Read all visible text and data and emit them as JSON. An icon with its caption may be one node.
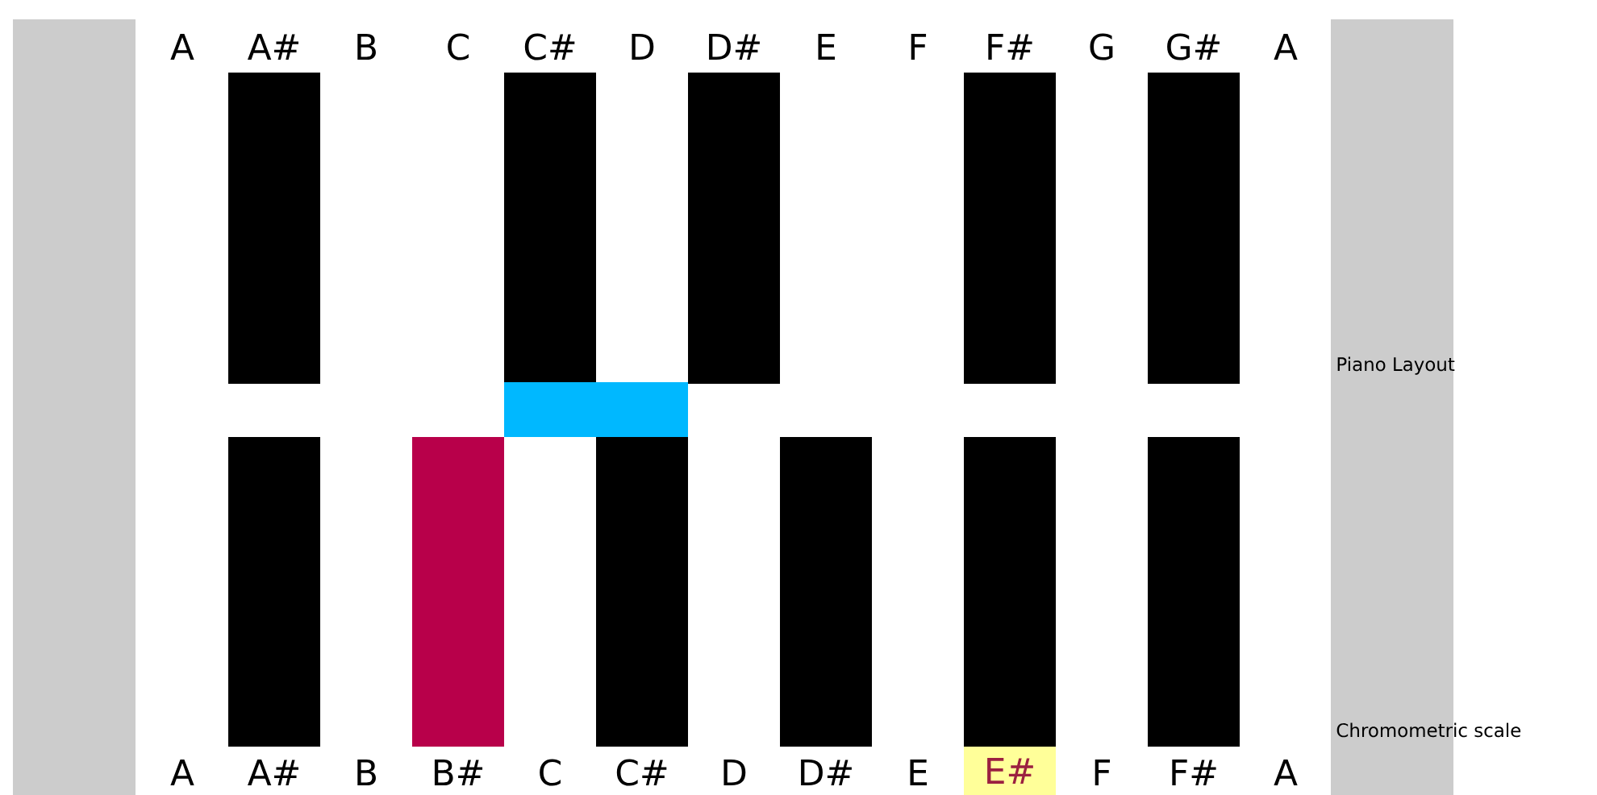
{
  "diagram": {
    "labels": [
      "A",
      "A#",
      "B",
      "C",
      "C#",
      "D",
      "D#",
      "E",
      "F",
      "F#",
      "G",
      "G#",
      "A",
      "A",
      "A#",
      "B",
      "B#",
      "C",
      "C#",
      "D",
      "D#",
      "E",
      "E#",
      "F",
      "F#",
      "A",
      "Piano Layout",
      "Chromometric scale"
    ]
  }
}
